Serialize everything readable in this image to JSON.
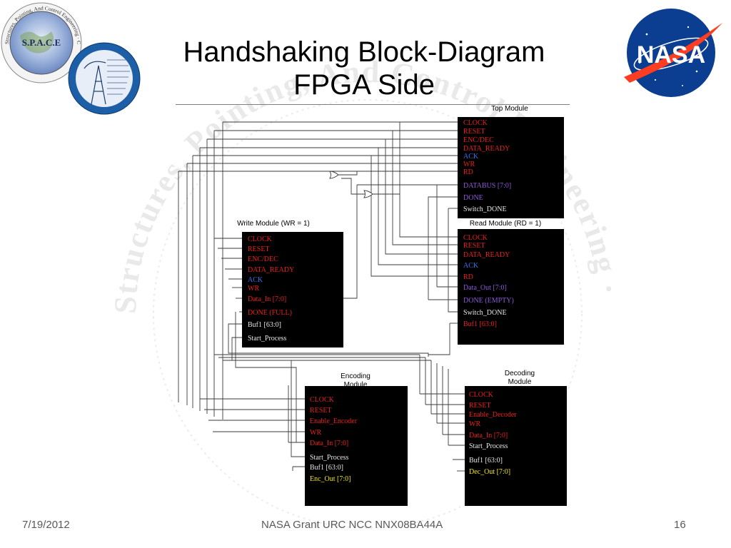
{
  "title": {
    "line1": "Handshaking Block-Diagram",
    "line2": "FPGA Side"
  },
  "footer": {
    "date": "7/19/2012",
    "center": "NASA Grant URC NCC NNX08BA44A",
    "page": "16"
  },
  "logos": {
    "space": {
      "caption": "S.P.A.C.E",
      "ring": "Structures, Pointing, And Control Engineering · California State University, Los Angeles"
    },
    "nasa": {
      "text": "NASA"
    }
  },
  "watermark": {
    "text": "Structures, Pointing, And Control Engineering · California State University"
  },
  "colors": {
    "red": "#e8201c",
    "blue": "#3a6fe8",
    "purple": "#8c57d9",
    "white": "#e6e6e6",
    "yellow": "#f2e600",
    "block": "#000000",
    "nasa_blue": "#0b3d91",
    "nasa_red": "#fc3d21"
  },
  "diagram": {
    "modules": [
      {
        "name": "Top Module",
        "signals": [
          {
            "label": "CLOCK",
            "color": "red"
          },
          {
            "label": "RESET",
            "color": "red"
          },
          {
            "label": "ENC/DEC",
            "color": "red"
          },
          {
            "label": "DATA_READY",
            "color": "red"
          },
          {
            "label": "ACK",
            "color": "blue"
          },
          {
            "label": "WR",
            "color": "red"
          },
          {
            "label": "RD",
            "color": "red"
          },
          {
            "label": "DATABUS [7:0]",
            "color": "purple"
          },
          {
            "label": "DONE",
            "color": "purple"
          },
          {
            "label": "Switch_DONE",
            "color": "white"
          }
        ]
      },
      {
        "name": "Write Module (WR = 1)",
        "signals": [
          {
            "label": "CLOCK",
            "color": "red"
          },
          {
            "label": "RESET",
            "color": "red"
          },
          {
            "label": "ENC/DEC",
            "color": "red"
          },
          {
            "label": "DATA_READY",
            "color": "red"
          },
          {
            "label": "ACK",
            "color": "blue"
          },
          {
            "label": "WR",
            "color": "red"
          },
          {
            "label": "Data_In  [7:0]",
            "color": "red"
          },
          {
            "label": "DONE (FULL)",
            "color": "red"
          },
          {
            "label": "Buf1 [63:0]",
            "color": "white"
          },
          {
            "label": "Start_Process",
            "color": "white"
          }
        ]
      },
      {
        "name": "Read Module (RD = 1)",
        "signals": [
          {
            "label": "CLOCK",
            "color": "red"
          },
          {
            "label": "RESET",
            "color": "red"
          },
          {
            "label": "DATA_READY",
            "color": "red"
          },
          {
            "label": "ACK",
            "color": "blue"
          },
          {
            "label": "RD",
            "color": "red"
          },
          {
            "label": "Data_Out [7:0]",
            "color": "purple"
          },
          {
            "label": "DONE (EMPTY)",
            "color": "purple"
          },
          {
            "label": "Switch_DONE",
            "color": "white"
          },
          {
            "label": "Buf1 [63:0]",
            "color": "red"
          }
        ]
      },
      {
        "name": "Encoding Module",
        "signals": [
          {
            "label": "CLOCK",
            "color": "red"
          },
          {
            "label": "RESET",
            "color": "red"
          },
          {
            "label": "Enable_Encoder",
            "color": "red"
          },
          {
            "label": "WR",
            "color": "red"
          },
          {
            "label": "Data_In  [7:0]",
            "color": "red"
          },
          {
            "label": "Start_Process",
            "color": "white"
          },
          {
            "label": "Buf1 [63:0]",
            "color": "white"
          },
          {
            "label": "Enc_Out [7:0]",
            "color": "yellow"
          }
        ]
      },
      {
        "name": "Decoding Module",
        "signals": [
          {
            "label": "CLOCK",
            "color": "red"
          },
          {
            "label": "RESET",
            "color": "red"
          },
          {
            "label": "Enable_Decoder",
            "color": "red"
          },
          {
            "label": "WR",
            "color": "red"
          },
          {
            "label": "Data_In  [7:0]",
            "color": "red"
          },
          {
            "label": "Start_Process",
            "color": "white"
          },
          {
            "label": "Buf1 [63:0]",
            "color": "white"
          },
          {
            "label": "Dec_Out [7:0]",
            "color": "yellow"
          }
        ]
      }
    ]
  }
}
